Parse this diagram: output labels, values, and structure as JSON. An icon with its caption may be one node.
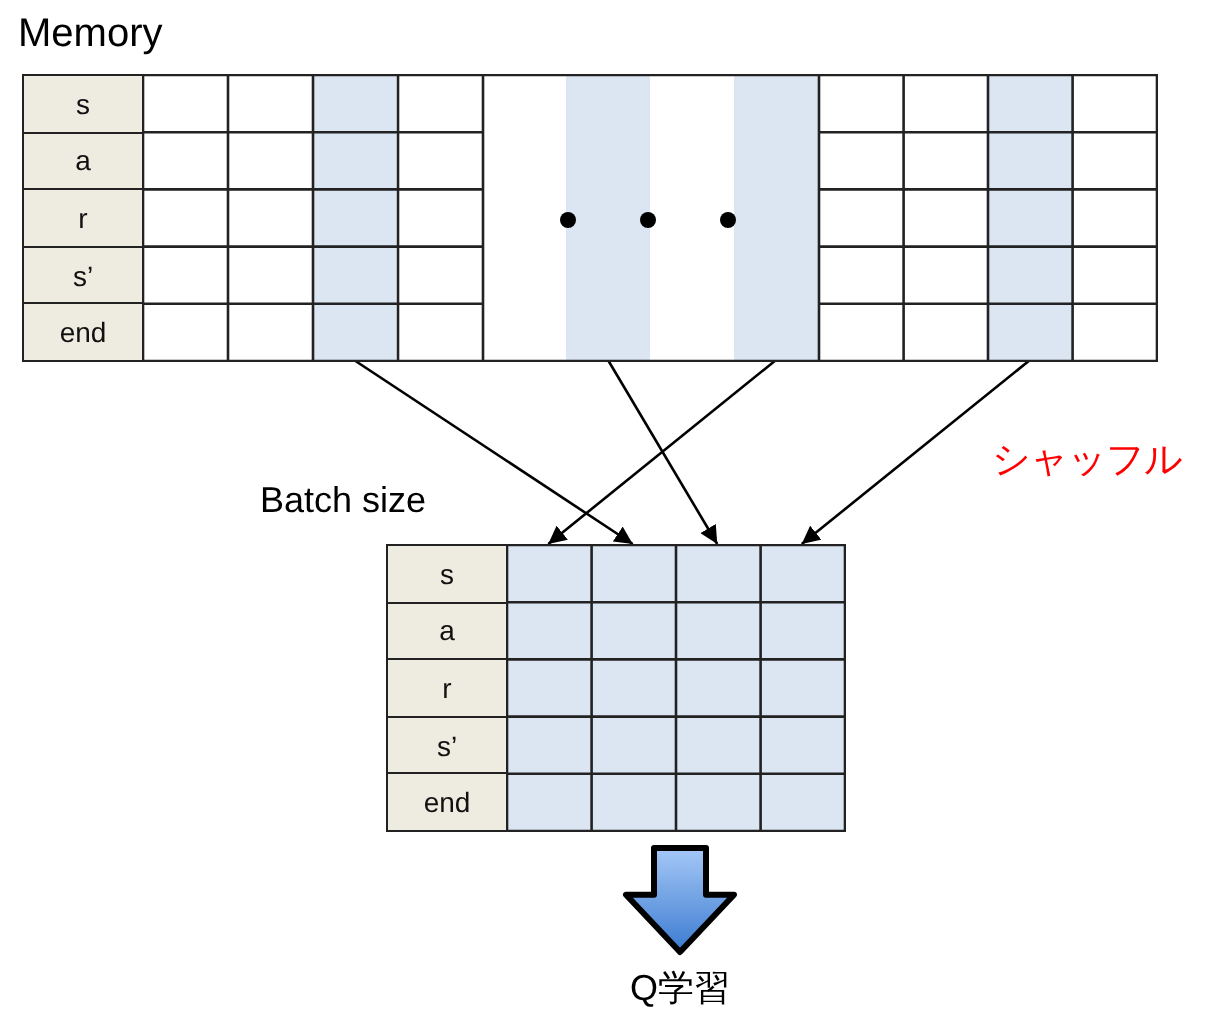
{
  "diagram": {
    "nodes": [
      {
        "text": [
          "Memory",
          "s",
          "a",
          "r",
          "s’",
          "end"
        ]
      },
      {
        "text": [],
        "shape": "bar",
        "in": 0
      },
      {
        "text": [],
        "shape": "bar",
        "in": 0
      },
      {
        "text": [],
        "shape": "bar",
        "in": 0
      },
      {
        "text": [],
        "shape": "bar",
        "in": 0
      },
      {
        "text": [
          "Batch size",
          "s",
          "a",
          "r",
          "s’",
          "end"
        ]
      },
      {
        "text": [],
        "shape": "bar",
        "in": 5
      },
      {
        "text": [],
        "shape": "bar",
        "in": 5
      },
      {
        "text": [],
        "shape": "bar",
        "in": 5
      },
      {
        "text": [],
        "shape": "bar",
        "in": 5
      },
      {
        "text": [
          "Q学習"
        ]
      }
    ],
    "edges": [
      {
        "from": 1,
        "to": 7,
        "arrow": "to"
      },
      {
        "from": 2,
        "to": 8,
        "arrow": "to"
      },
      {
        "from": 3,
        "to": 6,
        "arrow": "to"
      },
      {
        "from": 4,
        "to": 9,
        "arrow": "to"
      },
      {
        "from": 5,
        "to": 10,
        "arrow": "to",
        "style": "thick"
      }
    ],
    "labels": [
      "シャッフル"
    ]
  }
}
